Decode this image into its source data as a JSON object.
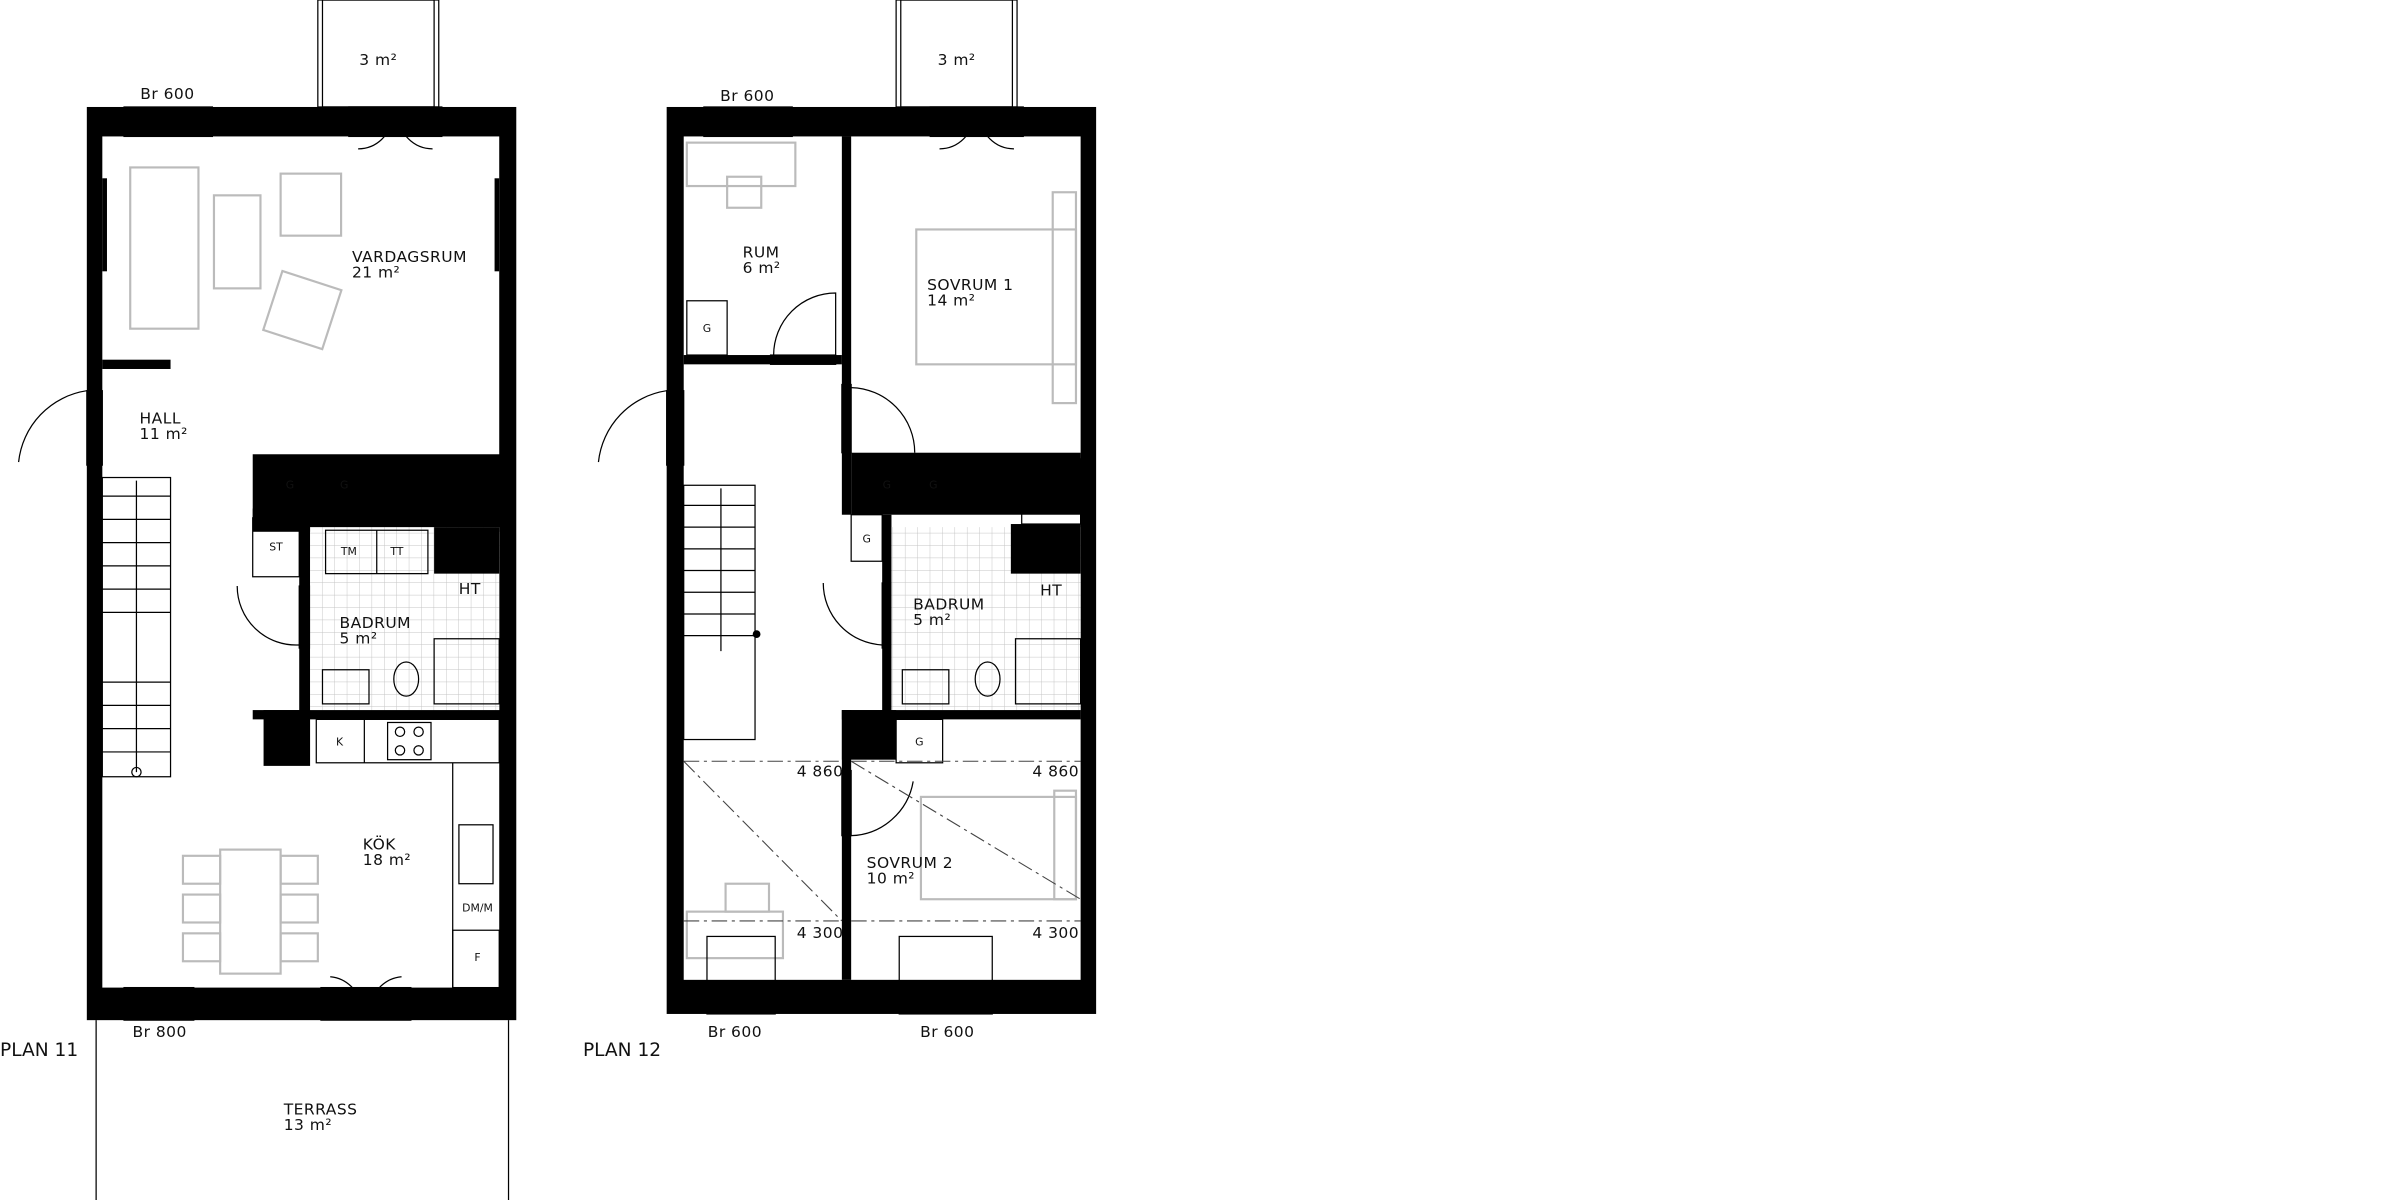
{
  "plan11": {
    "title": "PLAN 11",
    "balcony": "3 m²",
    "window_top": "Br 600",
    "window_bottom": "Br 800",
    "rooms": {
      "vardagsrum": {
        "name": "VARDAGSRUM",
        "area": "21 m²"
      },
      "hall": {
        "name": "HALL",
        "area": "11 m²"
      },
      "badrum": {
        "name": "BADRUM",
        "area": "5 m²"
      },
      "kok": {
        "name": "KÖK",
        "area": "18 m²"
      },
      "terrass": {
        "name": "TERRASS",
        "area": "13 m²"
      }
    },
    "fixtures": {
      "g1": "G",
      "g2": "G",
      "st": "ST",
      "tm": "TM",
      "tt": "TT",
      "ht": "HT",
      "k": "K",
      "dmm": "DM/M",
      "f": "F"
    }
  },
  "plan12": {
    "title": "PLAN 12",
    "balcony": "3 m²",
    "window_top": "Br 600",
    "window_bottom_left": "Br 600",
    "window_bottom_right": "Br 600",
    "rooms": {
      "rum": {
        "name": "RUM",
        "area": "6 m²"
      },
      "sovrum1": {
        "name": "SOVRUM 1",
        "area": "14 m²"
      },
      "badrum": {
        "name": "BADRUM",
        "area": "5 m²"
      },
      "sovrum2": {
        "name": "SOVRUM 2",
        "area": "10 m²"
      }
    },
    "fixtures": {
      "g_rum": "G",
      "g1": "G",
      "g2": "G",
      "g3": "G",
      "g4": "G",
      "ht": "HT"
    },
    "dimensions": {
      "h1_left": "4 860",
      "h1_right": "4 860",
      "h2_left": "4 300",
      "h2_right": "4 300"
    }
  }
}
